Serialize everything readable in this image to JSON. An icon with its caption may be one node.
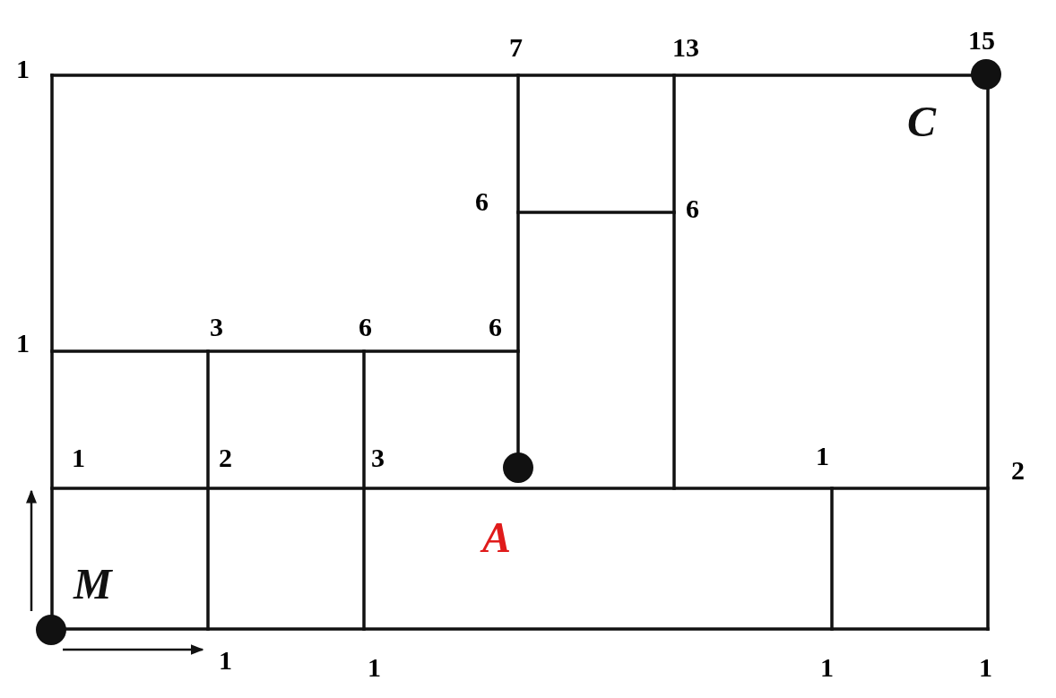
{
  "diagram": {
    "nodes": [
      {
        "text": [],
        "shape": "circle",
        "beside": [
          "M"
        ]
      },
      {
        "text": [],
        "shape": "circle",
        "beside": [
          "A"
        ]
      },
      {
        "text": [],
        "shape": "circle",
        "beside": [
          "C"
        ]
      }
    ],
    "labels": [
      "1",
      "7",
      "13",
      "15",
      "6",
      "6",
      "1",
      "3",
      "6",
      "6",
      "1",
      "2",
      "3",
      "1",
      "2",
      "1",
      "1",
      "1",
      "1"
    ]
  }
}
